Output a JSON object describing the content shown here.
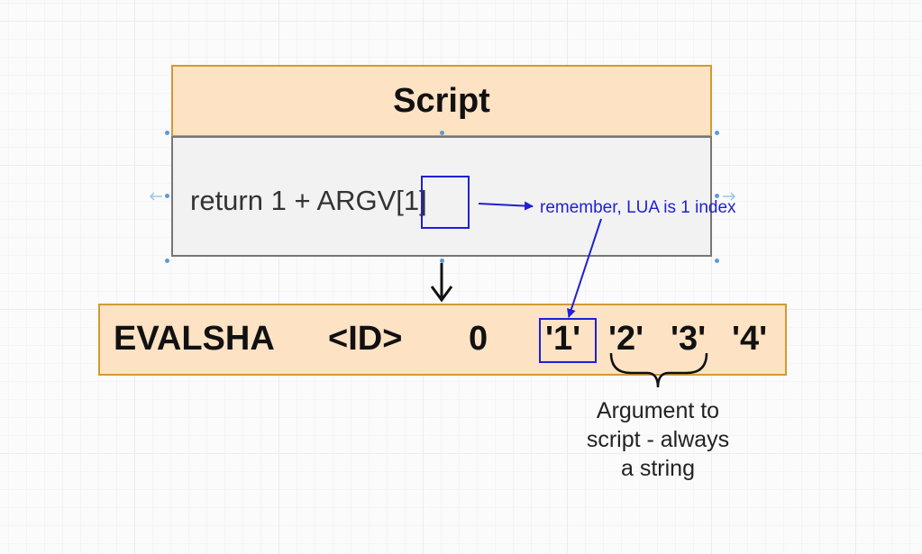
{
  "script": {
    "title": "Script",
    "code": "return 1 + ARGV[1]"
  },
  "command": {
    "keyword": "EVALSHA",
    "id": "<ID>",
    "numkeys": "0",
    "args": [
      "'1'",
      "'2'",
      "'3'",
      "'4'"
    ]
  },
  "annotations": {
    "remember": "remember, LUA is 1 index",
    "argument_lines": [
      "Argument to",
      "script - always",
      "a string"
    ]
  },
  "colors": {
    "box_fill": "#fde2c4",
    "box_border": "#d19a35",
    "script_body_fill": "#f2f2f2",
    "highlight_blue": "#1f1fd6",
    "selection_handle": "#5a9bd8"
  }
}
